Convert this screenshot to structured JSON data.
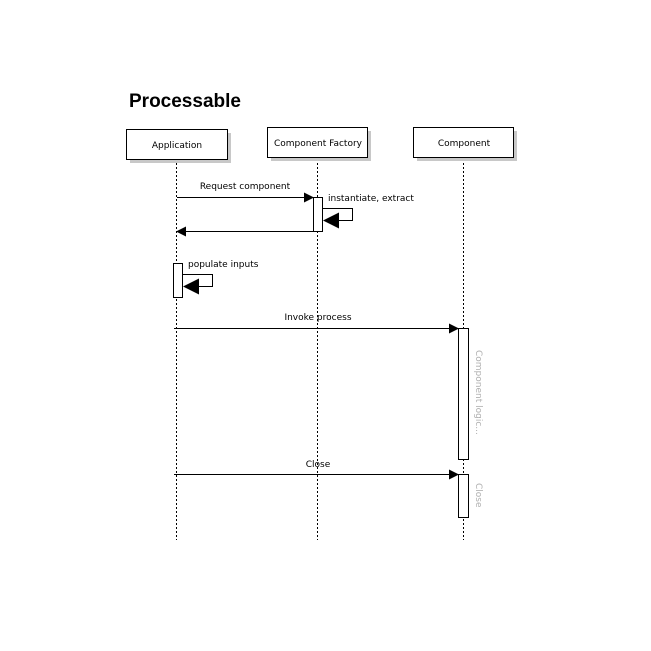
{
  "title": "Processable",
  "participants": [
    {
      "label": "Application"
    },
    {
      "label": "Component Factory"
    },
    {
      "label": "Component"
    }
  ],
  "messages": [
    {
      "label": "Request component",
      "from": "Application",
      "to": "Component Factory"
    },
    {
      "label": "instantiate, extract",
      "from": "Component Factory",
      "to": "Component Factory"
    },
    {
      "label": "",
      "from": "Component Factory",
      "to": "Application"
    },
    {
      "label": "populate inputs",
      "from": "Application",
      "to": "Application"
    },
    {
      "label": "Invoke process",
      "from": "Application",
      "to": "Component"
    },
    {
      "label": "Close",
      "from": "Application",
      "to": "Component"
    }
  ],
  "notes": [
    {
      "label": "Component logic..."
    },
    {
      "label": "Close"
    }
  ]
}
